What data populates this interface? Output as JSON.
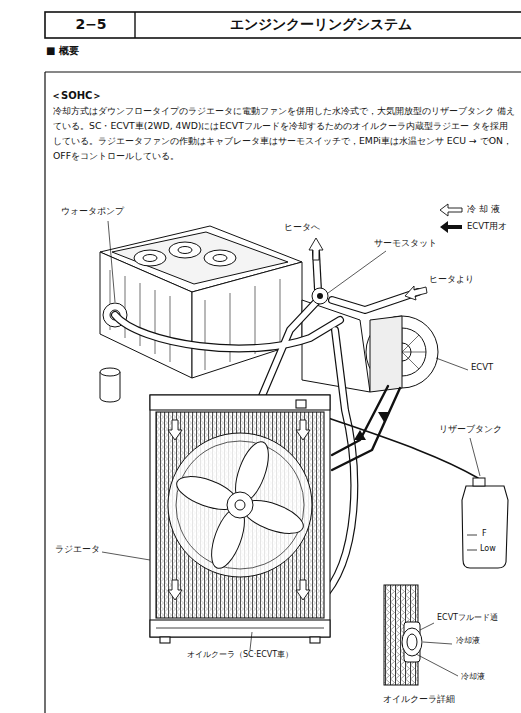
{
  "diagram": {
    "title": "エンジンクーリングシステム",
    "labels": [
      "2−5",
      "■ 概要",
      "＜SOHC＞",
      "冷却方式はダウンフロータイプのラジエータに電動ファンを併用した水冷式で，大気開放型のリザーブタンク 備えている。SC・ECVT車(2WD, 4WD)にはECVTフルードを冷却するためのオイルクーラ内蔵型ラジエー タを採用している。ラジエータファンの作動はキャブレータ車はサーモスイッチで，EMPi車は水温センサ ECU → でON，OFFをコントロールしている。",
      "ウォータポンプ",
      "ヒータへ",
      "サーモスタット",
      "ヒータより",
      "ECVT",
      "リザーブタンク",
      "F",
      "Low",
      "ラジエータ",
      "オイルクーラ（SC·ECVT車）",
      "ECVTフルード通",
      "冷却液",
      "冷却液",
      "オイルクーラ詳細"
    ],
    "legend": [
      {
        "text": "冷却液"
      },
      {
        "text": "ECVT用オ"
      }
    ]
  }
}
